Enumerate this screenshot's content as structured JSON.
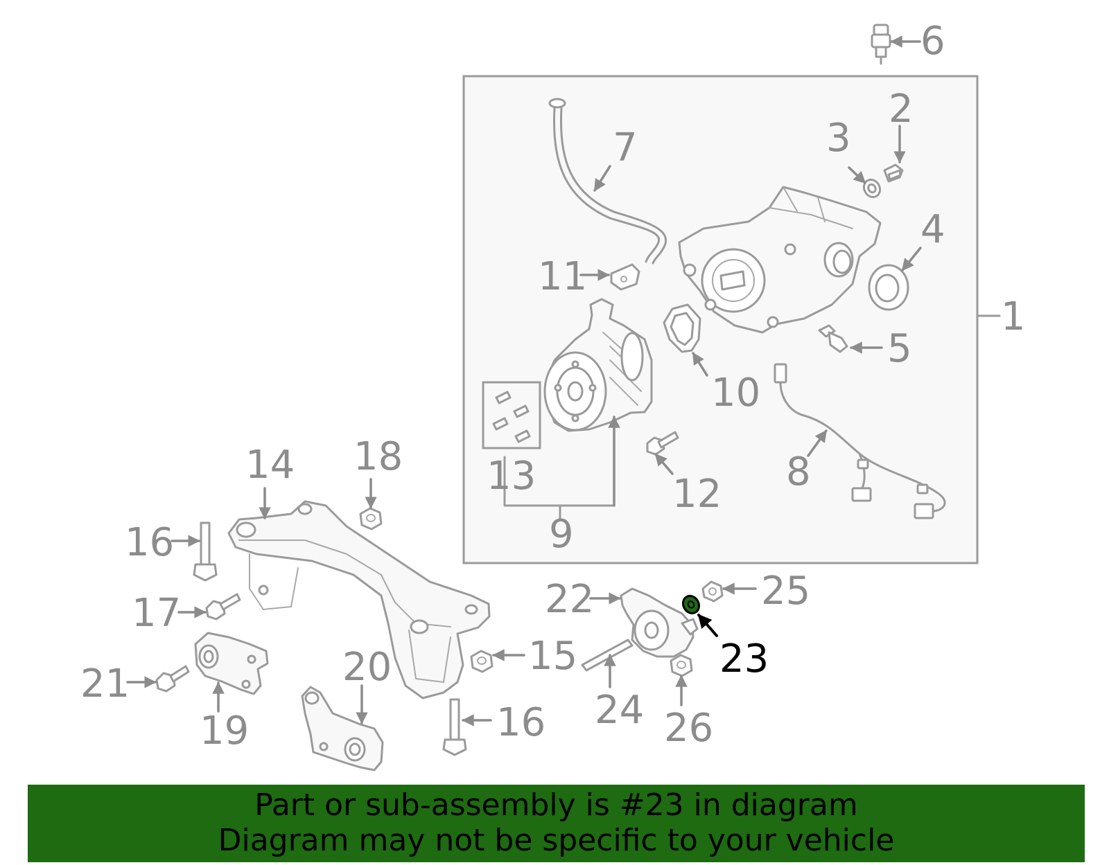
{
  "callouts": {
    "c1": "1",
    "c2": "2",
    "c3": "3",
    "c4": "4",
    "c5": "5",
    "c6": "6",
    "c7": "7",
    "c8": "8",
    "c9": "9",
    "c10": "10",
    "c11": "11",
    "c12": "12",
    "c13": "13",
    "c14": "14",
    "c15": "15",
    "c16a": "16",
    "c16b": "16",
    "c17": "17",
    "c18": "18",
    "c19": "19",
    "c20": "20",
    "c21": "21",
    "c22": "22",
    "c23": "23",
    "c24": "24",
    "c25": "25",
    "c26": "26"
  },
  "highlight_part": "23",
  "colors": {
    "banner_bg": "#1e6b12",
    "line_art": "#9a9a9a",
    "label_text": "#8c8c8c",
    "highlight": "#000000"
  },
  "banner": {
    "line1": "Part or sub-assembly is #23 in diagram",
    "line2": "Diagram may not be specific to your vehicle"
  }
}
